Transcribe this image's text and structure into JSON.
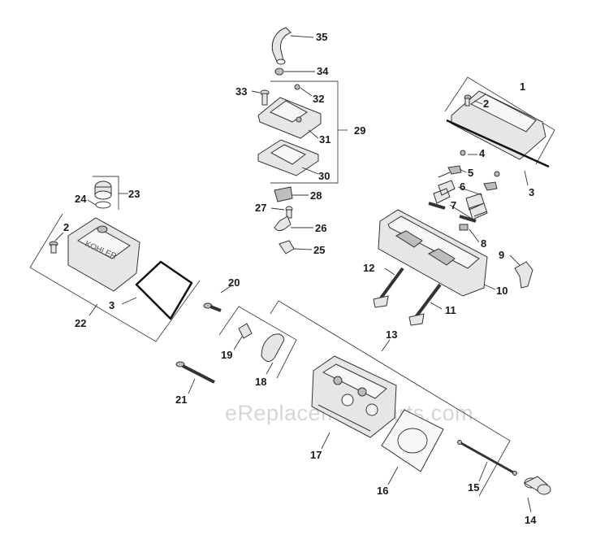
{
  "watermark": "eReplacementParts.com",
  "callouts": [
    "1",
    "2",
    "2",
    "3",
    "3",
    "4",
    "5",
    "6",
    "7",
    "8",
    "9",
    "10",
    "11",
    "12",
    "13",
    "14",
    "15",
    "16",
    "17",
    "18",
    "19",
    "20",
    "21",
    "22",
    "23",
    "24",
    "25",
    "26",
    "27",
    "28",
    "29",
    "30",
    "31",
    "32",
    "33",
    "34",
    "35"
  ],
  "colors": {
    "line": "#333333",
    "part_fill": "#e6e6e6",
    "watermark": "#d6d6d6"
  }
}
